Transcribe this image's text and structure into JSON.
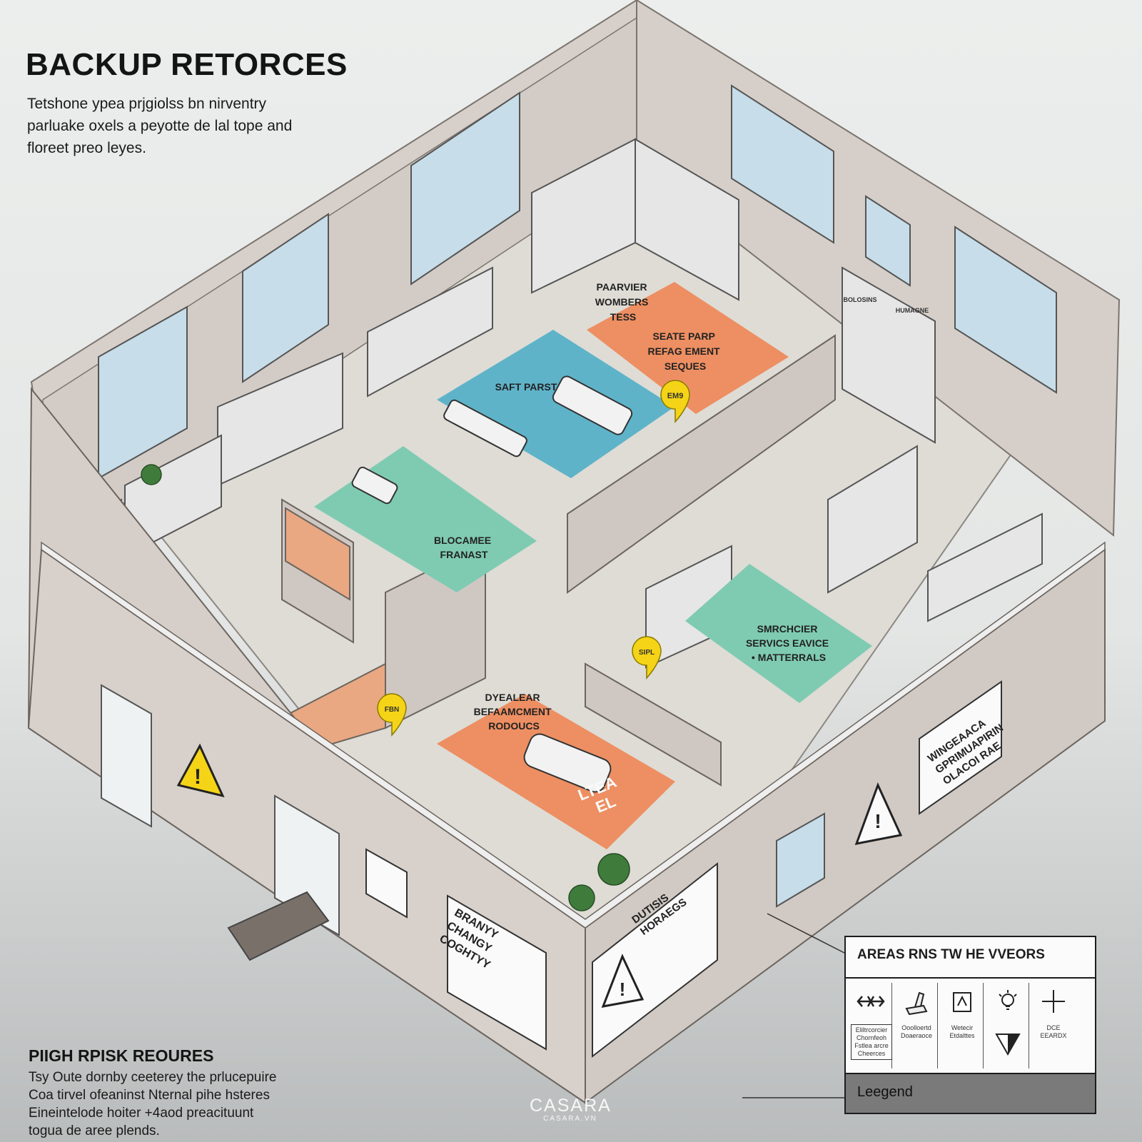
{
  "header": {
    "title": "BACKUP RETORCES",
    "intro_lines": [
      "Tetshone ypea prjgiolss bn nirventry",
      "parluake oxels a peyotte de lal tope and",
      "floreet preo leyes."
    ]
  },
  "zones": [
    {
      "label_lines": [
        "PAARVIER",
        "WOMBERS",
        "TESS"
      ],
      "color": "#ed8f62"
    },
    {
      "label_lines": [
        "SEATE PARP",
        "REFAG EMENT",
        "SEQUES"
      ],
      "color": "#ed8f62"
    },
    {
      "label_lines": [
        "SAFT PARST"
      ],
      "color": "#5fb3c9"
    },
    {
      "label_lines": [
        "BLOCAMEE",
        "FRANAST"
      ],
      "color": "#7fcbb2"
    },
    {
      "label_lines": [
        "SMRCHCIER",
        "SERVICS EAVICE",
        "• MATTERRALS"
      ],
      "color": "#7fcbb2"
    },
    {
      "label_lines": [
        "DYEALEAR",
        "BEFAAMCMENT",
        "RODOUCS"
      ],
      "color": "#ed8f62"
    },
    {
      "label_lines": [
        "LTEA",
        "EL"
      ],
      "color": "#ed8f62"
    }
  ],
  "pins": [
    "EM9",
    "SIPL",
    "FBN"
  ],
  "wall_signs": [
    {
      "lines": [
        "WINGEAACA",
        "GPRIMUAPIRIN",
        "OLACOI RAE"
      ]
    },
    {
      "lines": [
        "DUTISIS",
        "HORAEGS"
      ]
    },
    {
      "lines": [
        "BRANYY",
        "CHANGY",
        "COGHTYY"
      ]
    }
  ],
  "shelf_labels": [
    "BOLOSINS",
    "HUMAGNE"
  ],
  "high_risk": {
    "title": "PIIGH RPISK REOURES",
    "lines": [
      "Tsy Oute dornby ceeterey the prlucepuire",
      "Coa tirvel ofeaninst Nternal pihe hsteres",
      "Eineintelode hoiter +4aod preacituunt",
      "togua de aree plends."
    ]
  },
  "legend": {
    "heading": "AREAS RNS TW HE VVEORS",
    "icons": [
      {
        "icon": "crosshair-arrows-icon",
        "caption": "Eliltrcorcier Chornfeoh Fstlea arcre Cheerces"
      },
      {
        "icon": "stamp-icon",
        "caption": "Ooolloertd Doaeraoce"
      },
      {
        "icon": "tag-icon",
        "caption": "Wetecir Etdalttes"
      },
      {
        "icon": "lightbulb-icon",
        "caption": ""
      },
      {
        "icon": "plus-icon",
        "caption": "DCE EEARDX"
      }
    ],
    "footer": "Leegend"
  },
  "watermark": {
    "brand": "CASARA",
    "site": "CASARA.VN"
  },
  "colors": {
    "zone_orange": "#ed8f62",
    "zone_blue": "#5fb3c9",
    "zone_green": "#7fcbb2",
    "wall": "#d6cfc9",
    "floor": "#dedcd5",
    "pin_yellow": "#f5d417",
    "warning_yellow": "#f5d417"
  }
}
